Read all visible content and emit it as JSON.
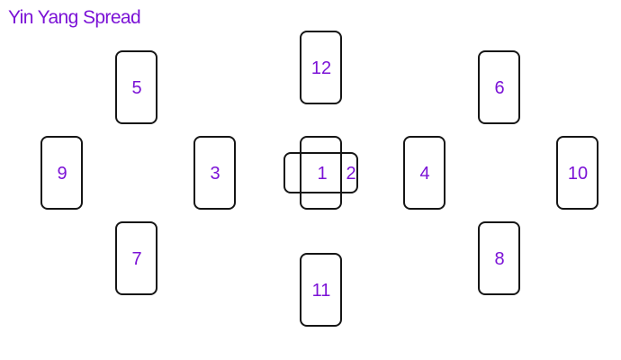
{
  "title": "Yin Yang Spread",
  "colors": {
    "title": "#7b12d6",
    "position_number": "#7b12d6",
    "card_outline": "#151515",
    "background": "#ffffff"
  },
  "positions": [
    {
      "id": "1",
      "label": "1",
      "orientation": "upright"
    },
    {
      "id": "2",
      "label": "2",
      "orientation": "crossing"
    },
    {
      "id": "3",
      "label": "3",
      "orientation": "upright"
    },
    {
      "id": "4",
      "label": "4",
      "orientation": "upright"
    },
    {
      "id": "5",
      "label": "5",
      "orientation": "upright"
    },
    {
      "id": "6",
      "label": "6",
      "orientation": "upright"
    },
    {
      "id": "7",
      "label": "7",
      "orientation": "upright"
    },
    {
      "id": "8",
      "label": "8",
      "orientation": "upright"
    },
    {
      "id": "9",
      "label": "9",
      "orientation": "upright"
    },
    {
      "id": "10",
      "label": "10",
      "orientation": "upright"
    },
    {
      "id": "11",
      "label": "11",
      "orientation": "upright"
    },
    {
      "id": "12",
      "label": "12",
      "orientation": "upright"
    }
  ]
}
